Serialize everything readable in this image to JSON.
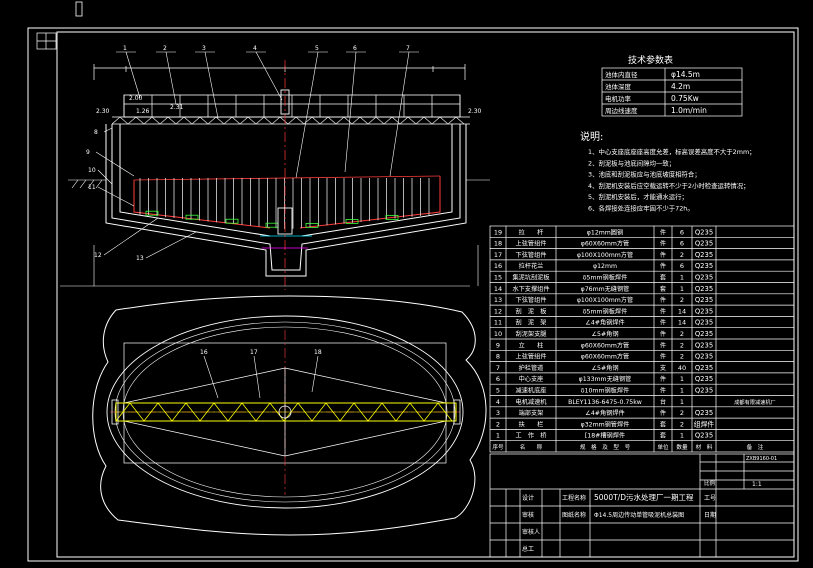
{
  "colors": {
    "background": "#000000",
    "frame": "#ffffff",
    "structure": "#ffffff",
    "steel": "#ffff00",
    "rake": "#ff3b3b",
    "cyan": "#00e5ff",
    "green": "#3cff3c",
    "magenta": "#ff00ff"
  },
  "section_view": {
    "callouts_top": [
      "1",
      "2",
      "3",
      "4",
      "5",
      "6",
      "7"
    ],
    "callouts_left": [
      "8",
      "9",
      "10",
      "11",
      "12",
      "13"
    ],
    "elev_left": "2.30",
    "elev_right": "2.30",
    "elev_small_left": "1.26",
    "elev_deck": "2.31",
    "elev_upper": "2.00"
  },
  "plan_view": {
    "callouts": [
      "16",
      "17",
      "18"
    ]
  },
  "tech_params": {
    "title": "技术参数表",
    "rows": [
      {
        "name": "池体内直径",
        "value": "φ14.5m"
      },
      {
        "name": "池体深度",
        "value": "4.2m"
      },
      {
        "name": "电机功率",
        "value": "0.75Kw"
      },
      {
        "name": "周边线速度",
        "value": "1.0m/min"
      }
    ]
  },
  "notes": {
    "title": "说明:",
    "items": [
      "1、中心支座底座座高度允差，标高误差高度不大于2mm；",
      "2、刮泥板与池底间隙均一致；",
      "3、池底和刮泥板应与池底坡度相符合；",
      "4、刮泥机安装后应空载运转不少于2小时检查运转情况；",
      "5、刮泥机安装后，才能通水运行；",
      "6、各焊接处连接应牢固不少于72h。"
    ]
  },
  "parts_list": {
    "rows": [
      {
        "no": "19",
        "name": "拉　　杆",
        "spec": "φ12mm圆钢",
        "unit": "件",
        "qty": "6",
        "material": "Q235",
        "note": ""
      },
      {
        "no": "18",
        "name": "上弦管组件",
        "spec": "φ60X60mm方管",
        "unit": "件",
        "qty": "6",
        "material": "Q235",
        "note": ""
      },
      {
        "no": "17",
        "name": "下弦管组件",
        "spec": "φ100X100mm方管",
        "unit": "件",
        "qty": "2",
        "material": "Q235",
        "note": ""
      },
      {
        "no": "16",
        "name": "拉杆花兰",
        "spec": "φ12mm",
        "unit": "件",
        "qty": "6",
        "material": "Q235",
        "note": ""
      },
      {
        "no": "15",
        "name": "集泥坑刮泥板",
        "spec": "δ5mm钢板焊件",
        "unit": "套",
        "qty": "1",
        "material": "Q235",
        "note": ""
      },
      {
        "no": "14",
        "name": "水下支撑组件",
        "spec": "φ76mm无缝钢管",
        "unit": "套",
        "qty": "1",
        "material": "Q235",
        "note": ""
      },
      {
        "no": "13",
        "name": "下弦管组件",
        "spec": "φ100X100mm方管",
        "unit": "件",
        "qty": "2",
        "material": "Q235",
        "note": ""
      },
      {
        "no": "12",
        "name": "刮　泥　板",
        "spec": "δ5mm钢板焊件",
        "unit": "件",
        "qty": "14",
        "material": "Q235",
        "note": ""
      },
      {
        "no": "11",
        "name": "刮　泥　架",
        "spec": "∠4#角钢焊件",
        "unit": "件",
        "qty": "14",
        "material": "Q235",
        "note": ""
      },
      {
        "no": "10",
        "name": "刮泥架支腿",
        "spec": "∠5#角钢",
        "unit": "件",
        "qty": "2",
        "material": "Q235",
        "note": ""
      },
      {
        "no": "9",
        "name": "立　　柱",
        "spec": "φ60X60mm方管",
        "unit": "件",
        "qty": "2",
        "material": "Q235",
        "note": ""
      },
      {
        "no": "8",
        "name": "上弦管组件",
        "spec": "φ60X60mm方管",
        "unit": "件",
        "qty": "2",
        "material": "Q235",
        "note": ""
      },
      {
        "no": "7",
        "name": "护栏管道",
        "spec": "∠5#角钢",
        "unit": "支",
        "qty": "40",
        "material": "Q235",
        "note": ""
      },
      {
        "no": "6",
        "name": "中心支座",
        "spec": "φ133mm无缝钢管",
        "unit": "件",
        "qty": "1",
        "material": "Q235",
        "note": ""
      },
      {
        "no": "5",
        "name": "减速机底座",
        "spec": "δ10mm钢板焊件",
        "unit": "件",
        "qty": "1",
        "material": "Q235",
        "note": ""
      },
      {
        "no": "4",
        "name": "电机减速机",
        "spec": "BLEY1136-6475-0.75kw",
        "unit": "台",
        "qty": "1",
        "material": "",
        "note": "成都有限减速机厂"
      },
      {
        "no": "3",
        "name": "端部支架",
        "spec": "∠4#角钢焊件",
        "unit": "件",
        "qty": "2",
        "material": "Q235",
        "note": ""
      },
      {
        "no": "2",
        "name": "扶　　栏",
        "spec": "φ32mm钢管焊件",
        "unit": "套",
        "qty": "2",
        "material": "组焊件",
        "note": ""
      },
      {
        "no": "1",
        "name": "工　作　桥",
        "spec": "[18#槽钢焊件",
        "unit": "套",
        "qty": "1",
        "material": "Q235",
        "note": ""
      }
    ],
    "header": {
      "no": "序号",
      "name": "名　　称",
      "spec": "规　格　及　型　号",
      "unit": "单位",
      "qty": "数量",
      "material": "材　料",
      "note": "备　注"
    }
  },
  "title_block": {
    "project_label": "工程名称",
    "project_value": "5000T/D污水处理厂一期工程",
    "drawing_label": "图纸名称",
    "drawing_value": "Φ14.5周边传动单管吸泥机总装图",
    "scale_label": "比例",
    "scale_value": "1:1",
    "drawing_no": "ZXB9160-01",
    "sheet_label": "工号",
    "designer_label": "设计",
    "checker_label": "审核",
    "reviewer_label": "审核人",
    "chief_label": "总工",
    "date_label": "日期"
  }
}
